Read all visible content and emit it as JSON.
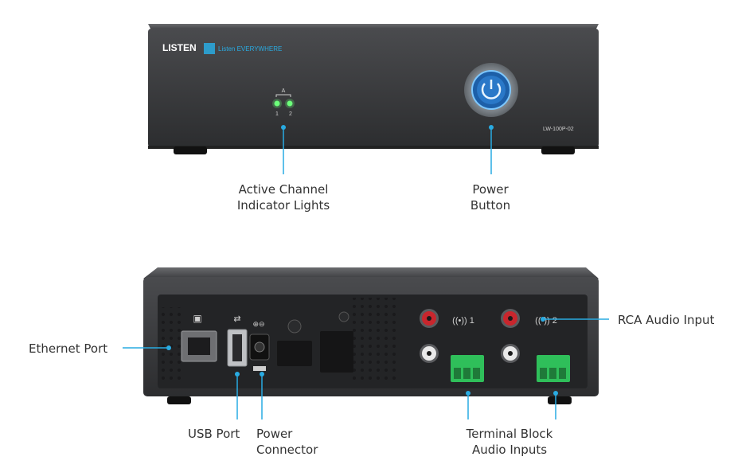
{
  "device": {
    "brand": "LISTEN",
    "tagline": "Listen EVERYWHERE",
    "model": "LW-100P-02",
    "channel_label": "A",
    "channel_numbers": [
      "1",
      "2"
    ]
  },
  "callouts": {
    "active_channel": {
      "line1": "Active Channel",
      "line2": "Indicator Lights"
    },
    "power_button": {
      "line1": "Power",
      "line2": "Button"
    },
    "ethernet": {
      "line1": "Ethernet Port"
    },
    "rca": {
      "line1": "RCA Audio Input"
    },
    "usb": {
      "line1": "USB Port"
    },
    "power_connector": {
      "line1": "Power",
      "line2": "Connector"
    },
    "terminal_block": {
      "line1": "Terminal Block",
      "line2": "Audio Inputs"
    }
  },
  "colors": {
    "leader": "#29abe2",
    "chassis": "#3a3b3d",
    "terminal": "#2fbf5a",
    "rca_red": "#c8262d"
  }
}
